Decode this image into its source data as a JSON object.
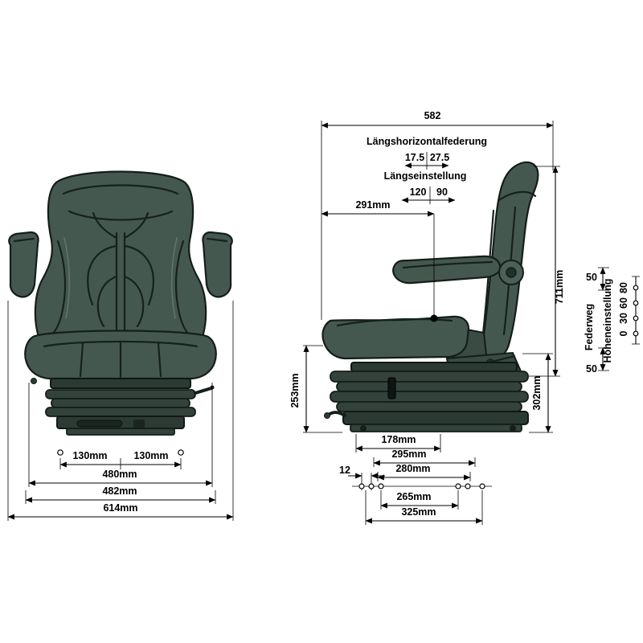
{
  "colors": {
    "seat_fill": "#45584F",
    "seat_mid": "#33423B",
    "seat_dark": "#2C3A34",
    "outline": "#141E1B",
    "dimension_lines": "#000000",
    "background": "#FFFFFF"
  },
  "front_view": {
    "dim_130_left": "130mm",
    "dim_130_right": "130mm",
    "dim_480": "480mm",
    "dim_482": "482mm",
    "dim_614": "614mm"
  },
  "side_view": {
    "dim_582": "582",
    "susp_label": "Längshorizontalfederung",
    "susp_left": "17.5",
    "susp_right": "27.5",
    "adjust_label": "Längseinstellung",
    "adjust_left": "120",
    "adjust_right": "90",
    "dim_291": "291mm",
    "dim_711": "711mm",
    "dim_253": "253mm",
    "dim_302": "302mm",
    "travel_top": "50",
    "travel_bottom": "50",
    "federweg_label": "Federweg",
    "height_label": "Höheneinstellung",
    "height_scale": [
      "0",
      "30",
      "60",
      "80"
    ],
    "dim_178": "178mm",
    "dim_295": "295mm",
    "dim_280": "280mm",
    "dim_12": "12",
    "dim_265": "265mm",
    "dim_325": "325mm"
  }
}
